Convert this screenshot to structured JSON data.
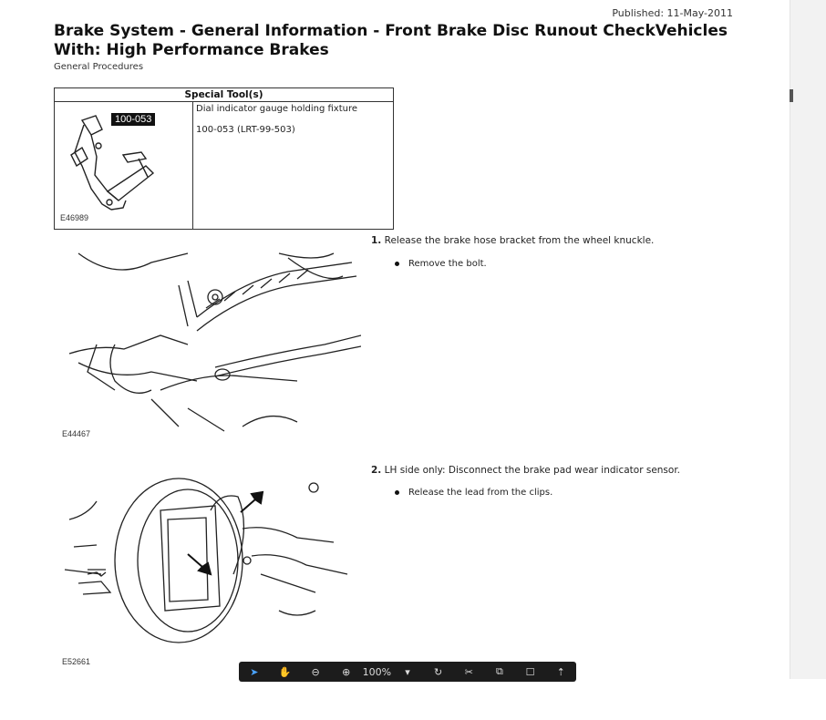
{
  "document": {
    "published": "Published: 11-May-2011",
    "title": "Brake System - General Information - Front Brake Disc Runout CheckVehicles With: High Performance Brakes",
    "subtitle": "General Procedures"
  },
  "special_tools": {
    "header": "Special Tool(s)",
    "tool_number_badge": "100-053",
    "figure_id": "E46989",
    "description": "Dial indicator gauge holding fixture",
    "part_number": "100-053 (LRT-99-503)"
  },
  "steps": [
    {
      "number": "1.",
      "text": "Release the brake hose bracket from the wheel knuckle.",
      "bullet": "Remove the bolt.",
      "figure_id": "E44467"
    },
    {
      "number": "2.",
      "text": "LH side only: Disconnect the brake pad wear indicator sensor.",
      "bullet": "Release the lead from the clips.",
      "figure_id": "E52661"
    }
  ],
  "toolbar": {
    "zoom_label": "100%",
    "icons": [
      "cursor-icon",
      "hand-icon",
      "zoom-out-icon",
      "zoom-in-icon",
      "zoom-level",
      "chevron-down-icon",
      "rotate-icon",
      "crop-icon",
      "copy-icon",
      "share-icon",
      "upload-icon"
    ]
  }
}
